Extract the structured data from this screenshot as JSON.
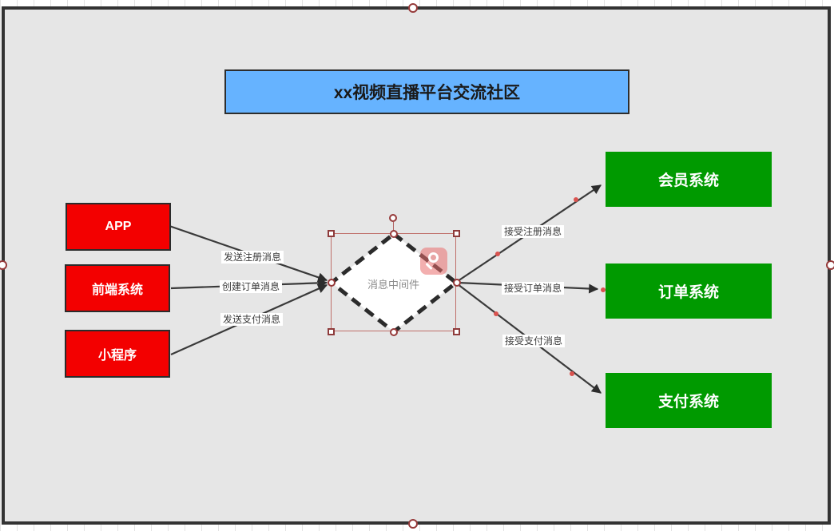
{
  "colors": {
    "canvas_bg": "#e6e6e6",
    "canvas_border": "#333333",
    "title_fill": "#66b3ff",
    "source_fill": "#f30000",
    "target_fill": "#009a00",
    "edge_stroke": "#3a3a3a",
    "selection_accent": "#b85450",
    "waypoint_dot": "#d9534f"
  },
  "diagram": {
    "title": "xx视频直播平台交流社区",
    "hub": {
      "label": "消息中间件"
    },
    "sources": [
      {
        "label": "APP"
      },
      {
        "label": "前端系统"
      },
      {
        "label": "小程序"
      }
    ],
    "targets": [
      {
        "label": "会员系统"
      },
      {
        "label": "订单系统"
      },
      {
        "label": "支付系统"
      }
    ],
    "edges_in": [
      {
        "label": "发送注册消息"
      },
      {
        "label": "创建订单消息"
      },
      {
        "label": "发送支付消息"
      }
    ],
    "edges_out": [
      {
        "label": "接受注册消息"
      },
      {
        "label": "接受订单消息"
      },
      {
        "label": "接受支付消息"
      }
    ]
  },
  "icons": {
    "magnifier": "magnifier-icon"
  }
}
